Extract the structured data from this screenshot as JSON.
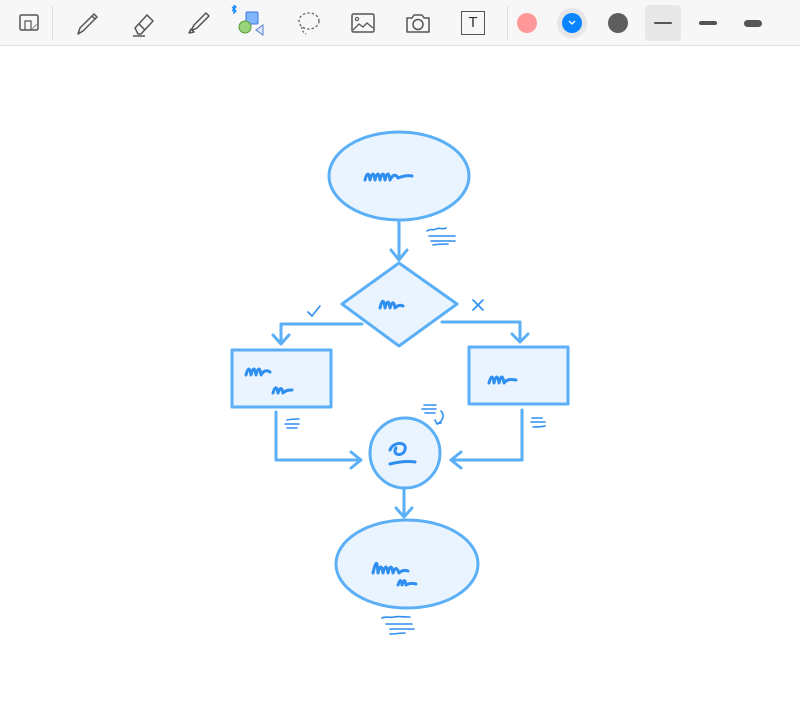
{
  "toolbar": {
    "tools": [
      "page-layout",
      "pen",
      "eraser",
      "highlighter",
      "shapes",
      "lasso",
      "image",
      "camera",
      "text"
    ],
    "text_tool_glyph": "T",
    "bluetooth_indicator": true,
    "colors": {
      "pink": "#ff9999",
      "blue": "#0a84ff",
      "gray": "#5e5e5e"
    },
    "selected_color": "blue",
    "stroke_widths": [
      "thin",
      "medium",
      "thick"
    ],
    "selected_width": "thin"
  },
  "drawing": {
    "stroke_color": "#5aaff7",
    "fill_color": "#eaf4ff",
    "ink_color": "#2f8ff0"
  }
}
